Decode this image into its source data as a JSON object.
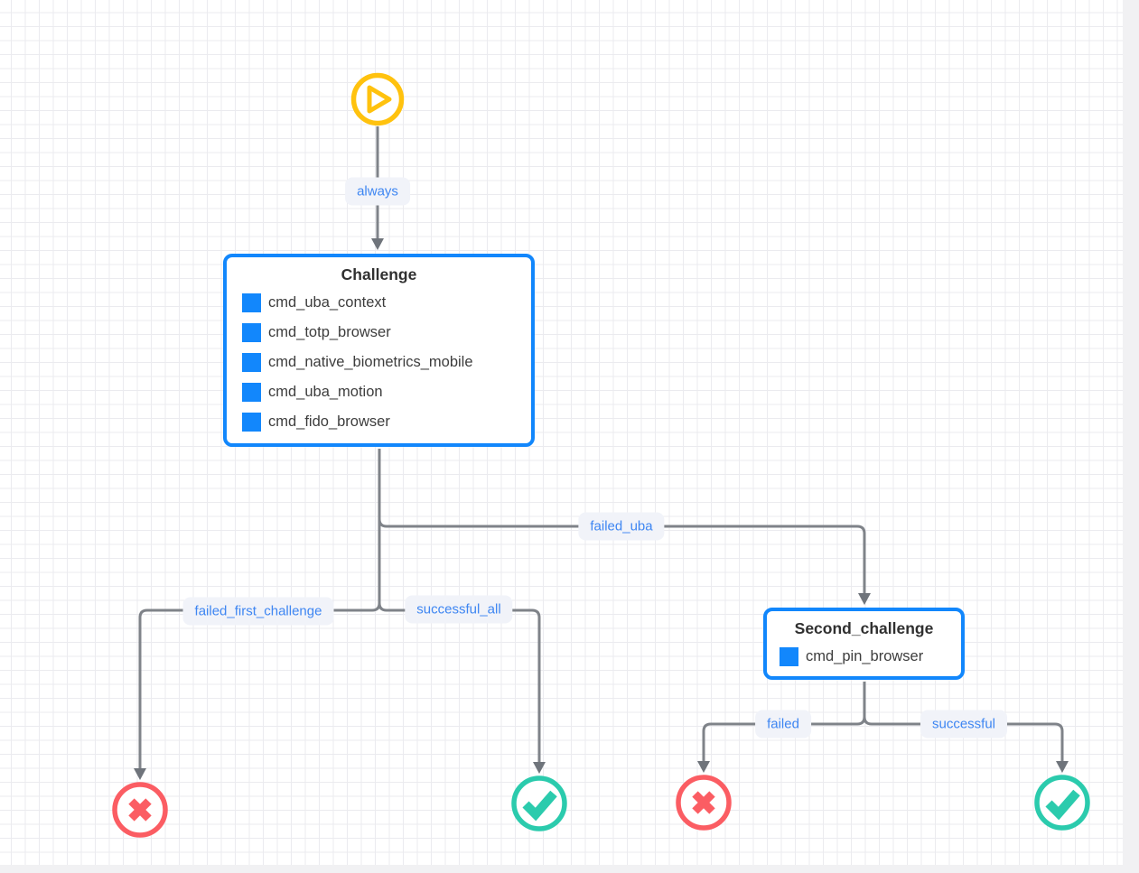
{
  "diagram": {
    "start_node": {
      "icon": "play-icon"
    },
    "nodes": {
      "challenge": {
        "title": "Challenge",
        "items": [
          "cmd_uba_context",
          "cmd_totp_browser",
          "cmd_native_biometrics_mobile",
          "cmd_uba_motion",
          "cmd_fido_browser"
        ]
      },
      "second_challenge": {
        "title": "Second_challenge",
        "items": [
          "cmd_pin_browser"
        ]
      }
    },
    "edge_labels": {
      "always": "always",
      "failed_uba": "failed_uba",
      "failed_first_challenge": "failed_first_challenge",
      "successful_all": "successful_all",
      "failed": "failed",
      "successful": "successful"
    },
    "end_nodes": [
      {
        "icon": "fail-x-icon",
        "status": "fail"
      },
      {
        "icon": "success-check-icon",
        "status": "success"
      },
      {
        "icon": "fail-x-icon",
        "status": "fail"
      },
      {
        "icon": "success-check-icon",
        "status": "success"
      }
    ],
    "colors": {
      "node_border_blue": "#1287fc",
      "item_square_blue": "#1287fc",
      "edge_label_blue": "#3e86f2",
      "edge_gray": "#7f8389",
      "start_yellow": "#ffc20e",
      "fail_red": "#fb5d63",
      "success_teal": "#2bcbad",
      "label_pill_bg": "#f1f3f9",
      "grid_line": "#ebebef",
      "canvas_bg": "#ffffff"
    }
  }
}
